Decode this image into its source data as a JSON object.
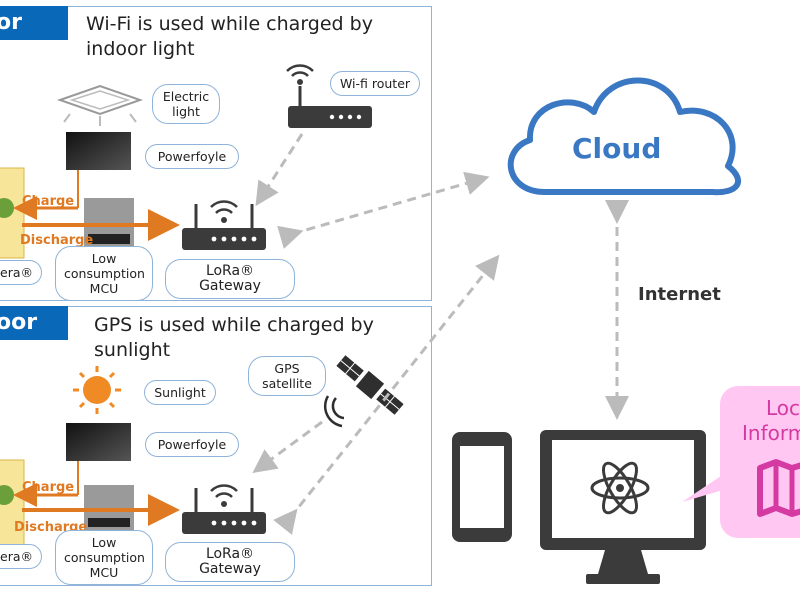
{
  "indoor": {
    "tag": "or",
    "title_line1": "Wi-Fi is used while charged by",
    "title_line2": "indoor light",
    "electric_light": "Electric light",
    "powerfoyle": "Powerfoyle",
    "wifi_router": "Wi-fi router",
    "charge": "Charge",
    "discharge": "Discharge",
    "device_partial": "era®",
    "mcu": "Low consumption MCU",
    "gateway": "LoRa® Gateway"
  },
  "outdoor": {
    "tag": "oor",
    "title_line1": "GPS is used while charged by",
    "title_line2": "sunlight",
    "sunlight": "Sunlight",
    "gps_satellite": "GPS satellite",
    "powerfoyle": "Powerfoyle",
    "charge": "Charge",
    "discharge": "Discharge",
    "device_partial": "era®",
    "mcu": "Low consumption MCU",
    "gateway": "LoRa® Gateway"
  },
  "cloud": {
    "label": "Cloud"
  },
  "internet": {
    "label": "Internet"
  },
  "location": {
    "line1": "Loc",
    "line2": "Inform"
  },
  "colors": {
    "brand_blue": "#0a68b8",
    "cloud_blue": "#3a78c3",
    "orange": "#e07a22",
    "pink": "#ffc7f2",
    "dark": "#3b3b3b"
  },
  "icons": {
    "light": "ceiling-light-icon",
    "panel": "solar-panel-icon",
    "router": "wifi-router-icon",
    "sun": "sun-icon",
    "satellite": "satellite-icon",
    "gateway": "lora-gateway-icon",
    "cloud": "cloud-icon",
    "phone": "smartphone-icon",
    "monitor": "monitor-icon",
    "atom": "atom-icon",
    "map": "map-icon"
  }
}
